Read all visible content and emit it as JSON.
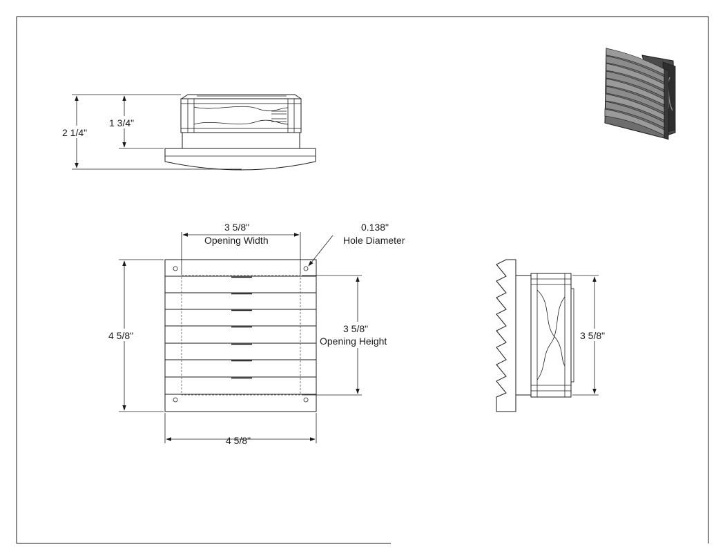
{
  "drawing": {
    "dimensions": {
      "overall_height_side": "2 1/4\"",
      "body_height": "1 3/4\"",
      "opening_width_value": "3 5/8\"",
      "opening_width_label": "Opening Width",
      "hole_value": "0.138\"",
      "hole_label": "Hole Diameter",
      "front_height": "4 5/8\"",
      "opening_height_value": "3 5/8\"",
      "opening_height_label": "Opening Height",
      "front_width": "4 5/8\"",
      "side_opening": "3 5/8\""
    },
    "colors": {
      "line": "#1a1a1a",
      "iso_dark": "#3a3a3a",
      "iso_mid": "#6e6e6e",
      "iso_light": "#9a9a9a"
    }
  }
}
